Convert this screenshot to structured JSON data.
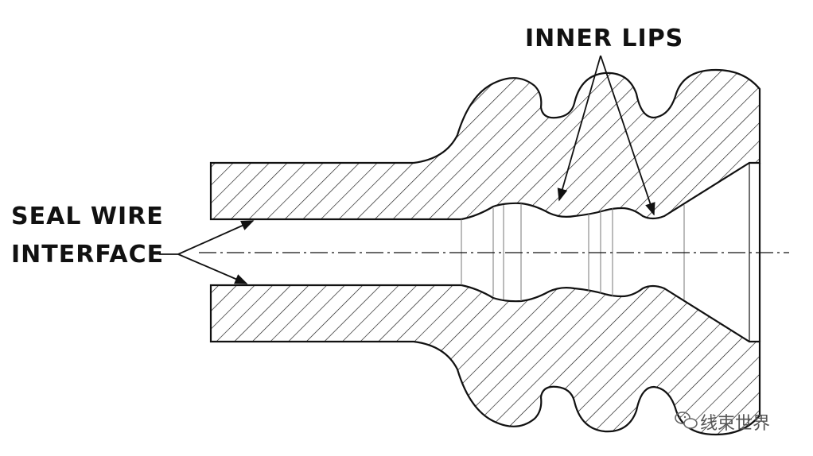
{
  "labels": {
    "inner_lips": "INNER LIPS",
    "seal_wire_line1": "SEAL WIRE",
    "seal_wire_line2": "INTERFACE"
  },
  "watermark": {
    "text": "线束世界",
    "icon": "wechat-icon"
  },
  "colors": {
    "line": "#111111",
    "hatch": "#111111",
    "background": "#ffffff"
  }
}
